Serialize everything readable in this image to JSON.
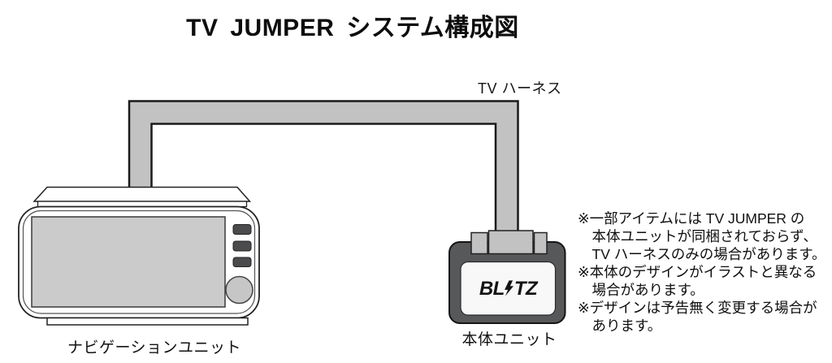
{
  "title": "TV JUMPER システム構成図",
  "diagram": {
    "harness_label": "TV ハーネス",
    "navigation_unit_label": "ナビゲーションユニット",
    "main_unit_label": "本体ユニット",
    "brand": {
      "part1": "BL",
      "part2": "TZ"
    }
  },
  "notes": {
    "lines": [
      "※一部アイテムには TV JUMPER の",
      "　本体ユニットが同梱されておらず、",
      "　TV ハーネスのみの場合があります。",
      "※本体のデザインがイラストと異なる",
      "　場合があります。",
      "※デザインは予告無く変更する場合が",
      "　あります。"
    ]
  },
  "colors": {
    "cable_gray": "#c2c2c2",
    "screen_gray": "#cbcbcb",
    "button_dark": "#4b4b4d",
    "knob_gray": "#c6c6c6",
    "main_unit_body": "#57585a",
    "panel_white": "#f8f8f8",
    "outline_black": "#1a1a1a"
  }
}
